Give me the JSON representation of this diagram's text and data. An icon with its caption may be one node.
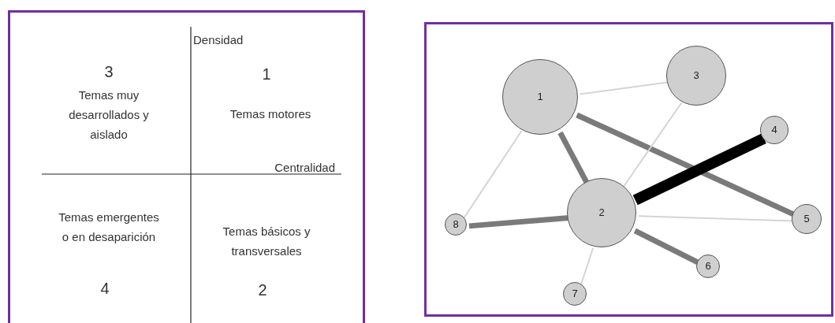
{
  "diagram": {
    "nodes": [
      {
        "text": [
          "1"
        ]
      },
      {
        "text": [
          "2"
        ]
      },
      {
        "text": [
          "3"
        ]
      },
      {
        "text": [
          "4"
        ]
      },
      {
        "text": [
          "5"
        ]
      },
      {
        "text": [
          "6"
        ]
      },
      {
        "text": [
          "7"
        ]
      },
      {
        "text": [
          "8"
        ]
      }
    ],
    "edges": [
      {
        "from": 0,
        "to": 2,
        "arrow": "none"
      },
      {
        "from": 0,
        "to": 4,
        "arrow": "none",
        "style": "thick",
        "color": "#7a7a7a"
      },
      {
        "from": 0,
        "to": 1,
        "arrow": "none",
        "style": "thick",
        "color": "#7a7a7a"
      },
      {
        "from": 0,
        "to": 7,
        "arrow": "none"
      },
      {
        "from": 2,
        "to": 1,
        "arrow": "none"
      },
      {
        "from": 1,
        "to": 3,
        "arrow": "none",
        "style": "thick",
        "color": "#000000"
      },
      {
        "from": 1,
        "to": 4,
        "arrow": "none"
      },
      {
        "from": 1,
        "to": 7,
        "arrow": "none",
        "style": "thick",
        "color": "#7a7a7a"
      },
      {
        "from": 1,
        "to": 5,
        "arrow": "none",
        "style": "thick",
        "color": "#7a7a7a"
      },
      {
        "from": 1,
        "to": 6,
        "arrow": "none"
      }
    ],
    "labels": [
      "Densidad",
      "3",
      "Temas muy desarrollados y aislado",
      "1",
      "Temas motores",
      "Centralidad",
      "Temas emergentes o en desaparición",
      "Temas básicos y transversales",
      "4",
      "2"
    ]
  }
}
